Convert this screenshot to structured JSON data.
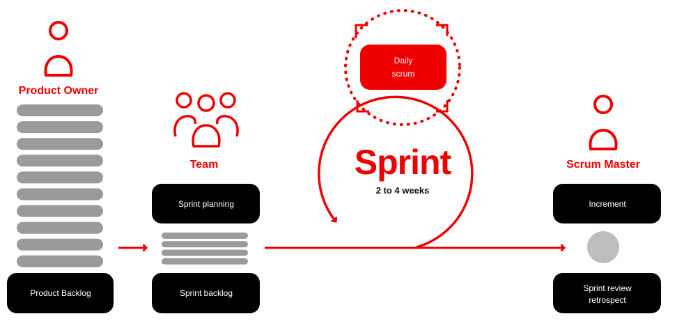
{
  "colors": {
    "accent": "#ef0000",
    "dark": "#000000",
    "bar": "#9a9a9a",
    "dot": "#bdbdbd"
  },
  "roles": {
    "product_owner": {
      "label": "Product Owner",
      "icon": "person-icon"
    },
    "team": {
      "label": "Team",
      "icon": "group-icon"
    },
    "scrum_master": {
      "label": "Scrum Master",
      "icon": "person-icon"
    }
  },
  "boxes": {
    "product_backlog": "Product Backlog",
    "sprint_planning": "Sprint planning",
    "sprint_backlog": "Sprint backlog",
    "increment": "Increment",
    "review_line1": "Sprint review",
    "review_line2": "retrospect"
  },
  "sprint": {
    "title": "Sprint",
    "duration": "2 to 4 weeks"
  },
  "daily": {
    "line1": "Daily",
    "line2": "scrum"
  },
  "backlog_items": {
    "product": 10,
    "sprint": 4
  }
}
